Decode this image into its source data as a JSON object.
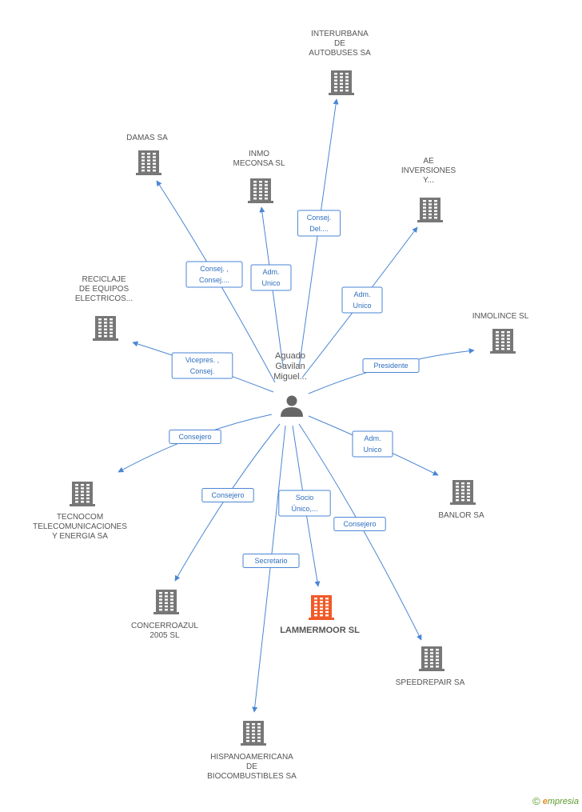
{
  "colors": {
    "edge": "#4a86d4",
    "building": "#777777",
    "focus_building": "#f05a28",
    "person": "#666666"
  },
  "person": {
    "name_lines": [
      "Aguado",
      "Gavilan",
      "Miguel..."
    ],
    "icon": "person-icon"
  },
  "companies": [
    {
      "id": "interurbana",
      "lines": [
        "INTERURBANA",
        "DE",
        "AUTOBUSES SA"
      ],
      "role_lines": [
        "Consej.",
        "Del...."
      ],
      "focus": false
    },
    {
      "id": "damas",
      "lines": [
        "DAMAS SA"
      ],
      "role_lines": [
        "Consej. ,",
        "Consej...."
      ],
      "focus": false
    },
    {
      "id": "inmo-meconsa",
      "lines": [
        "INMO",
        "MECONSA  SL"
      ],
      "role_lines": [
        "Adm.",
        "Unico"
      ],
      "focus": false
    },
    {
      "id": "ae-inversiones",
      "lines": [
        "AE",
        "INVERSIONES",
        "Y..."
      ],
      "role_lines": [
        "Adm.",
        "Unico"
      ],
      "focus": false
    },
    {
      "id": "reciclaje",
      "lines": [
        "RECICLAJE",
        "DE EQUIPOS",
        "ELECTRICOS..."
      ],
      "role_lines": [
        "Vicepres. ,",
        "Consej."
      ],
      "focus": false
    },
    {
      "id": "inmolince",
      "lines": [
        "INMOLINCE SL"
      ],
      "role_lines": [
        "Presidente"
      ],
      "focus": false
    },
    {
      "id": "tecnocom",
      "lines": [
        "TECNOCOM",
        "TELECOMUNICACIONES",
        "Y ENERGIA SA"
      ],
      "role_lines": [
        "Consejero"
      ],
      "focus": false
    },
    {
      "id": "banlor",
      "lines": [
        "BANLOR SA"
      ],
      "role_lines": [
        "Adm.",
        "Unico"
      ],
      "focus": false
    },
    {
      "id": "concerroazul",
      "lines": [
        "CONCERROAZUL",
        "2005 SL"
      ],
      "role_lines": [
        "Consejero"
      ],
      "focus": false
    },
    {
      "id": "lammermoor",
      "lines": [
        "LAMMERMOOR SL"
      ],
      "role_lines": [
        "Socio",
        "Único,..."
      ],
      "focus": true
    },
    {
      "id": "speedrepair",
      "lines": [
        "SPEEDREPAIR SA"
      ],
      "role_lines": [
        "Consejero"
      ],
      "focus": false
    },
    {
      "id": "hispanoamericana",
      "lines": [
        "HISPANOAMERICANA",
        "DE",
        "BIOCOMBUSTIBLES SA"
      ],
      "role_lines": [
        "Secretario"
      ],
      "focus": false
    }
  ],
  "footer": {
    "copyright": "©",
    "brand_initial": "e",
    "brand_rest": "mpresia"
  }
}
